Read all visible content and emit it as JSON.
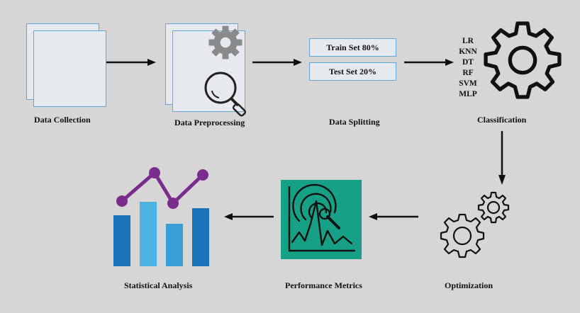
{
  "stages": {
    "data_collection": "Data Collection",
    "data_preprocessing": "Data Preprocessing",
    "data_splitting": "Data Splitting",
    "classification": "Classification",
    "optimization": "Optimization",
    "performance_metrics": "Performance Metrics",
    "statistical_analysis": "Statistical Analysis"
  },
  "split": {
    "train": "Train Set 80%",
    "test": "Test Set 20%"
  },
  "algorithms": [
    "LR",
    "KNN",
    "DT",
    "RF",
    "SVM",
    "MLP"
  ],
  "icons": {
    "collection": "document-stack-icon",
    "preprocessing": "document-gear-magnifier-icon",
    "classification": "gear-icon",
    "optimization": "gears-icon",
    "metrics": "radar-chart-icon",
    "statistics": "bar-line-chart-icon"
  },
  "colors": {
    "background": "#d6d6d6",
    "page_fill": "#e6eaee",
    "page_border": "#5ea8dc",
    "metrics_fill": "#16a085",
    "bar_dark": "#1a73b8",
    "bar_light": "#4ab3df",
    "line_purple": "#7b2d8e"
  }
}
